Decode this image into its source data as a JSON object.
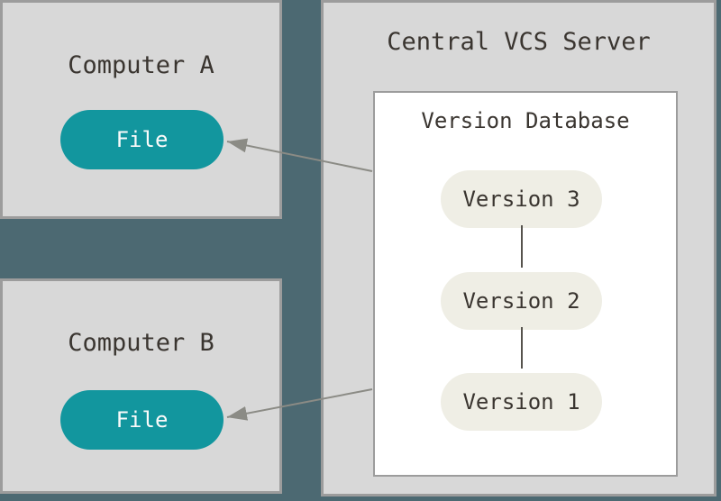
{
  "diagram": {
    "server": {
      "label": "Central VCS Server",
      "database": {
        "label": "Version Database",
        "versions": [
          "Version 3",
          "Version 2",
          "Version 1"
        ]
      }
    },
    "computers": [
      {
        "label": "Computer A",
        "file_label": "File"
      },
      {
        "label": "Computer B",
        "file_label": "File"
      }
    ]
  },
  "theme": {
    "background": "#4c6972",
    "panel": "#d8d8d8",
    "panel_border": "#9c9c9c",
    "db_background": "#ffffff",
    "file_pill": "#12969e",
    "file_text": "#fafafa",
    "version_pill": "#efeee5",
    "text": "#3a3530",
    "arrow": "#8b8b85",
    "connector": "#56534d"
  }
}
